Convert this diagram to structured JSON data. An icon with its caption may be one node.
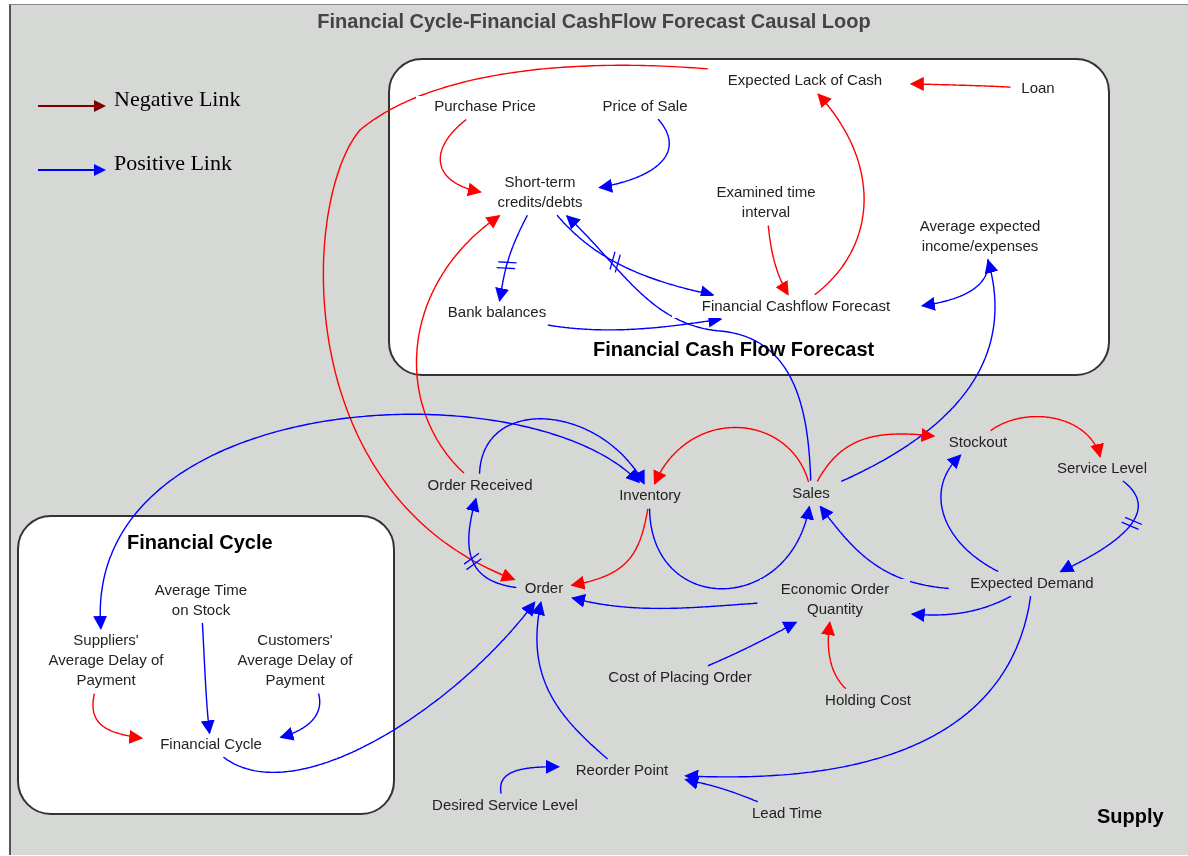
{
  "diagram": {
    "title": "Financial Cycle-Financial CashFlow Forecast Causal Loop",
    "nodes": [
      {
        "text": [
          "Financial Cash Flow Forecast"
        ]
      },
      {
        "text": [
          "Expected Lack of Cash"
        ],
        "in": 0
      },
      {
        "text": [
          "Loan"
        ],
        "in": 0
      },
      {
        "text": [
          "Purchase Price"
        ],
        "in": 0
      },
      {
        "text": [
          "Price of Sale"
        ],
        "in": 0
      },
      {
        "text": [
          "Short-term credits/debts"
        ],
        "in": 0
      },
      {
        "text": [
          "Examined time interval"
        ],
        "in": 0
      },
      {
        "text": [
          "Average expected income/expenses"
        ],
        "in": 0
      },
      {
        "text": [
          "Bank balances"
        ],
        "in": 0
      },
      {
        "text": [
          "Financial Cashflow Forecast"
        ],
        "in": 0
      },
      {
        "text": [
          "Financial Cycle"
        ]
      },
      {
        "text": [
          "Average Time on Stock"
        ],
        "in": 10
      },
      {
        "text": [
          "Suppliers' Average Delay of Payment"
        ],
        "in": 10
      },
      {
        "text": [
          "Customers' Average Delay of Payment"
        ],
        "in": 10
      },
      {
        "text": [
          "Financial Cycle"
        ],
        "in": 10
      },
      {
        "text": [
          "Order Received"
        ]
      },
      {
        "text": [
          "Inventory"
        ]
      },
      {
        "text": [
          "Sales"
        ]
      },
      {
        "text": [
          "Stockout"
        ]
      },
      {
        "text": [
          "Service Level"
        ]
      },
      {
        "text": [
          "Order"
        ]
      },
      {
        "text": [
          "Economic Order Quantity"
        ]
      },
      {
        "text": [
          "Expected Demand"
        ]
      },
      {
        "text": [
          "Cost of Placing Order"
        ]
      },
      {
        "text": [
          "Holding Cost"
        ]
      },
      {
        "text": [
          "Reorder Point"
        ]
      },
      {
        "text": [
          "Desired Service Level"
        ]
      },
      {
        "text": [
          "Lead Time"
        ]
      }
    ],
    "edges": [
      {
        "from": 1,
        "to": 20,
        "arrow": "to",
        "color": "#ff0000"
      },
      {
        "from": 2,
        "to": 1,
        "arrow": "to",
        "color": "#ff0000"
      },
      {
        "from": 3,
        "to": 5,
        "arrow": "to",
        "color": "#ff0000"
      },
      {
        "from": 4,
        "to": 5,
        "arrow": "to"
      },
      {
        "from": 15,
        "to": 5,
        "arrow": "to",
        "color": "#ff0000"
      },
      {
        "from": 5,
        "to": 8,
        "arrow": "to"
      },
      {
        "from": 5,
        "to": 9,
        "arrow": "to"
      },
      {
        "from": 8,
        "to": 9,
        "arrow": "to"
      },
      {
        "from": 6,
        "to": 9,
        "arrow": "to",
        "color": "#ff0000"
      },
      {
        "from": 9,
        "to": 1,
        "arrow": "to",
        "color": "#ff0000"
      },
      {
        "from": 7,
        "to": 9,
        "arrow": "to"
      },
      {
        "from": 17,
        "to": 5,
        "arrow": "to"
      },
      {
        "from": 17,
        "to": 7,
        "arrow": "to"
      },
      {
        "from": 15,
        "to": 16,
        "arrow": "to"
      },
      {
        "from": 16,
        "to": 12,
        "arrow": "both"
      },
      {
        "from": 17,
        "to": 16,
        "arrow": "to",
        "color": "#ff0000"
      },
      {
        "from": 17,
        "to": 18,
        "arrow": "to",
        "color": "#ff0000"
      },
      {
        "from": 18,
        "to": 19,
        "arrow": "to",
        "color": "#ff0000"
      },
      {
        "from": 19,
        "to": 22,
        "arrow": "to"
      },
      {
        "from": 22,
        "to": 18,
        "arrow": "to"
      },
      {
        "from": 22,
        "to": 17,
        "arrow": "to"
      },
      {
        "from": 22,
        "to": 21,
        "arrow": "to"
      },
      {
        "from": 22,
        "to": 25,
        "arrow": "to"
      },
      {
        "from": 16,
        "to": 20,
        "arrow": "to",
        "color": "#ff0000"
      },
      {
        "from": 16,
        "to": 17,
        "arrow": "to"
      },
      {
        "from": 20,
        "to": 15,
        "arrow": "to"
      },
      {
        "from": 21,
        "to": 20,
        "arrow": "to"
      },
      {
        "from": 23,
        "to": 21,
        "arrow": "to"
      },
      {
        "from": 24,
        "to": 21,
        "arrow": "to",
        "color": "#ff0000"
      },
      {
        "from": 25,
        "to": 20,
        "arrow": "to"
      },
      {
        "from": 26,
        "to": 25,
        "arrow": "to"
      },
      {
        "from": 27,
        "to": 25,
        "arrow": "to"
      },
      {
        "from": 14,
        "to": 20,
        "arrow": "to"
      },
      {
        "from": 12,
        "to": 14,
        "arrow": "to",
        "color": "#ff0000"
      },
      {
        "from": 11,
        "to": 14,
        "arrow": "to"
      },
      {
        "from": 13,
        "to": 14,
        "arrow": "to"
      }
    ],
    "labels": [
      "Supply"
    ],
    "legend": [
      {
        "text": "Negative Link"
      },
      {
        "text": "Positive Link"
      }
    ]
  }
}
